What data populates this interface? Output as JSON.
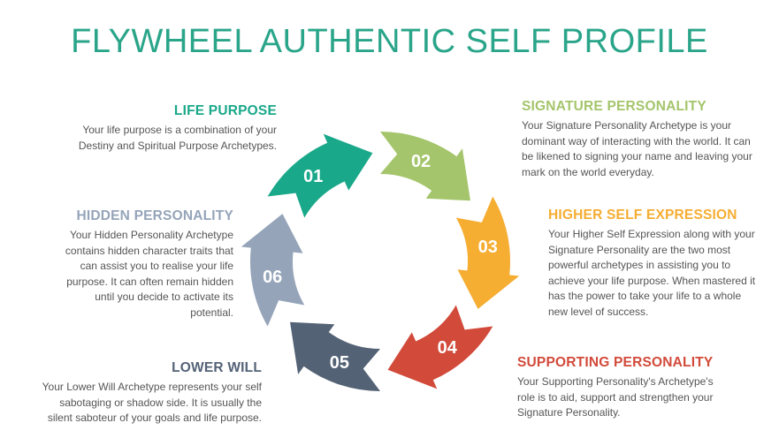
{
  "title": "FLYWHEEL AUTHENTIC SELF PROFILE",
  "colors": {
    "title": "#2aa58a",
    "seg1": "#1aa88a",
    "seg2": "#a4c56b",
    "seg3": "#f5ad32",
    "seg4": "#d24a3a",
    "seg5": "#546276",
    "seg6": "#95a4b9"
  },
  "segments": [
    {
      "number": "01",
      "heading": "LIFE PURPOSE",
      "text": "Your life purpose is a combination of your Destiny and Spiritual Purpose Archetypes."
    },
    {
      "number": "02",
      "heading": "SIGNATURE PERSONALITY",
      "text": "Your Signature Personality Archetype is your dominant way of interacting with the world. It can be likened to signing your name and leaving your mark on the world everyday."
    },
    {
      "number": "03",
      "heading": "HIGHER SELF EXPRESSION",
      "text": "Your Higher Self Expression along with your Signature Personality are the two most powerful archetypes in assisting you to achieve your life purpose. When mastered it has the power to take your life to a whole new level of success."
    },
    {
      "number": "04",
      "heading": "SUPPORTING PERSONALITY",
      "text": "Your Supporting Personality's Archetype's role is to aid, support and strengthen your Signature Personality."
    },
    {
      "number": "05",
      "heading": "LOWER WILL",
      "text": "Your Lower Will Archetype represents your self sabotaging or shadow side. It is usually the silent saboteur of your goals and life purpose."
    },
    {
      "number": "06",
      "heading": "HIDDEN PERSONALITY",
      "text": "Your Hidden Personality Archetype contains hidden character traits that can assist you to realise your life purpose. It can often remain hidden until you decide to activate its potential."
    }
  ]
}
